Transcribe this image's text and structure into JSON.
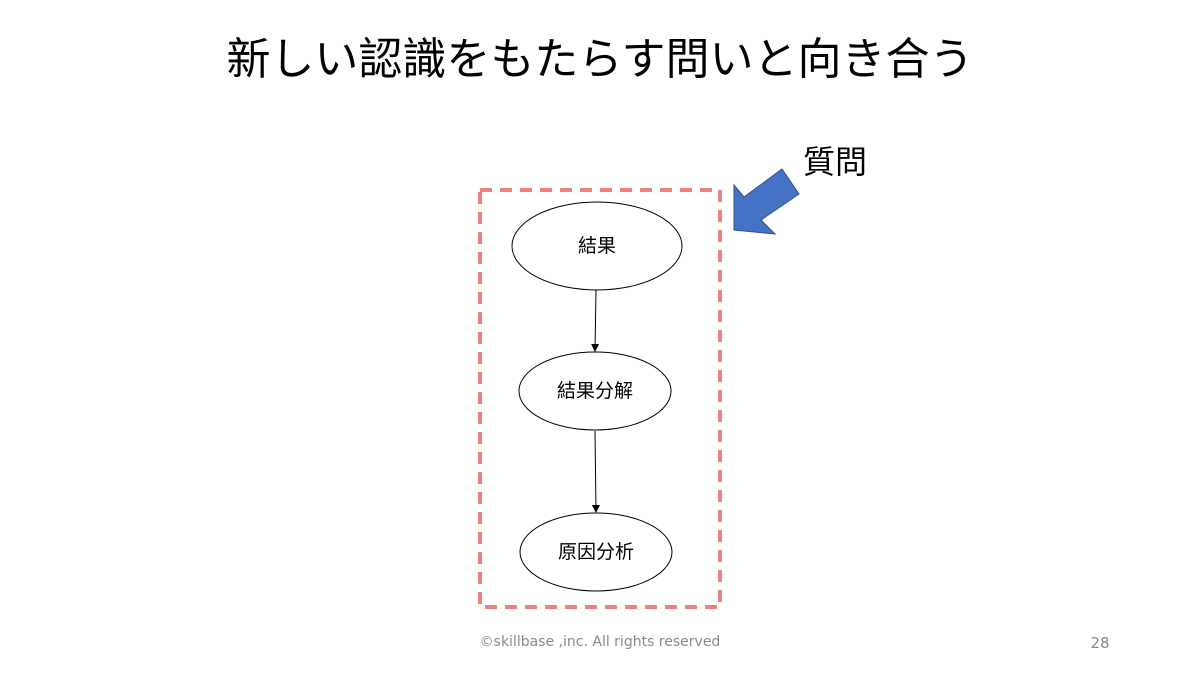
{
  "slide": {
    "title": "新しい認識をもたらす問いと向き合う",
    "callout": {
      "label": "質問",
      "arrow_color": "#4472C4",
      "arrow_border": "#2F528F",
      "arrow_icon": "down-left-block-arrow"
    },
    "frame": {
      "stroke_color": "#F08080"
    },
    "diagram": {
      "nodes": [
        {
          "id": "result",
          "label": "結果"
        },
        {
          "id": "result-breakdown",
          "label": "結果分解"
        },
        {
          "id": "root-cause",
          "label": "原因分析"
        }
      ],
      "edges": [
        {
          "from": "result",
          "to": "result-breakdown"
        },
        {
          "from": "result-breakdown",
          "to": "root-cause"
        }
      ]
    },
    "footer": "©skillbase ,inc. All rights reserved",
    "page_number": "28"
  }
}
